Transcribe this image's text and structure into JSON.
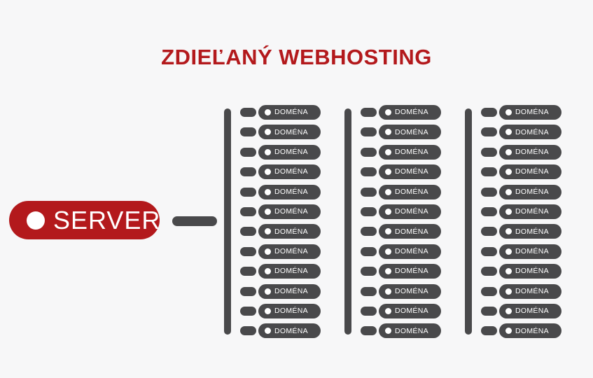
{
  "title": "ZDIEĽANÝ WEBHOSTING",
  "server": {
    "label": "SERVER"
  },
  "columns": [
    {
      "items": [
        "DOMÉNA",
        "DOMÉNA",
        "DOMÉNA",
        "DOMÉNA",
        "DOMÉNA",
        "DOMÉNA",
        "DOMÉNA",
        "DOMÉNA",
        "DOMÉNA",
        "DOMÉNA",
        "DOMÉNA",
        "DOMÉNA"
      ]
    },
    {
      "items": [
        "DOMÉNA",
        "DOMÉNA",
        "DOMÉNA",
        "DOMÉNA",
        "DOMÉNA",
        "DOMÉNA",
        "DOMÉNA",
        "DOMÉNA",
        "DOMÉNA",
        "DOMÉNA",
        "DOMÉNA",
        "DOMÉNA"
      ]
    },
    {
      "items": [
        "DOMÉNA",
        "DOMÉNA",
        "DOMÉNA",
        "DOMÉNA",
        "DOMÉNA",
        "DOMÉNA",
        "DOMÉNA",
        "DOMÉNA",
        "DOMÉNA",
        "DOMÉNA",
        "DOMÉNA",
        "DOMÉNA"
      ]
    }
  ],
  "colors": {
    "accent_red": "#b3191c",
    "pill_gray": "#49494b",
    "background": "#f7f7f8",
    "text_on_dark": "#ffffff"
  }
}
